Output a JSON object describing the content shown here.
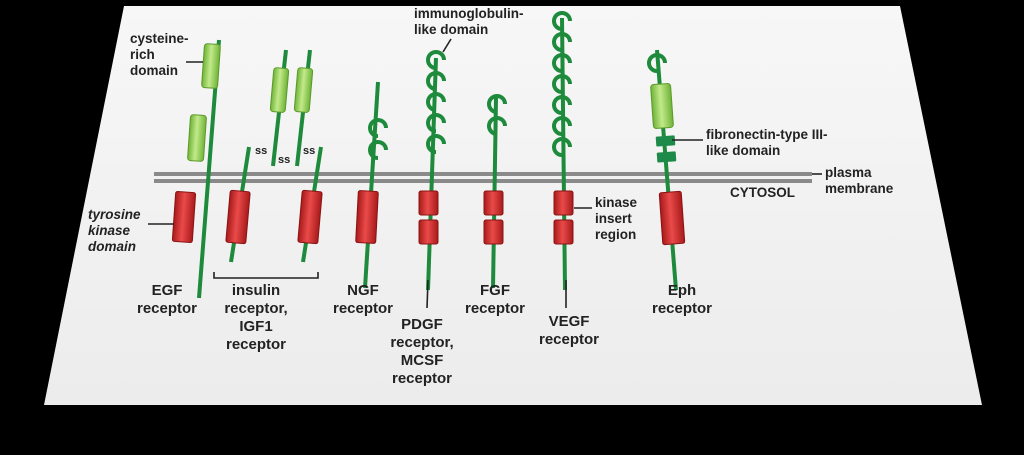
{
  "labels": {
    "cysteine": "cysteine-\nrich\ndomain",
    "tyrosine": "tyrosine\nkinase\ndomain",
    "immunoglobulin": "immunoglobulin-\nlike domain",
    "fibronectin": "fibronectin-type III-\nlike domain",
    "kinase_insert": "kinase\ninsert\nregion",
    "plasma": "plasma\nmembrane",
    "cytosol": "CYTOSOL",
    "ss": "ss"
  },
  "receptors": {
    "egf": "EGF\nreceptor",
    "insulin": "insulin\nreceptor,\nIGF1\nreceptor",
    "ngf": "NGF\nreceptor",
    "pdgf": "PDGF\nreceptor,\nMCSF\nreceptor",
    "fgf": "FGF\nreceptor",
    "vegf": "VEGF\nreceptor",
    "eph": "Eph\nreceptor"
  },
  "colors": {
    "stem": "#1e8a3c",
    "cysteine": "#9fd460",
    "kinase": "#d22b2b",
    "fibronectin": "#1e8a4a",
    "membrane": "#8a8a8a",
    "panel": "#f4f4f4"
  }
}
